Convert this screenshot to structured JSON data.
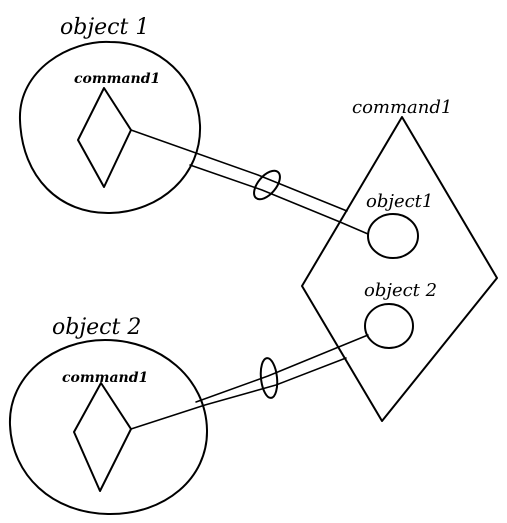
{
  "diagram": {
    "top_object": {
      "title": "object 1",
      "inner_command": "command1"
    },
    "bottom_object": {
      "title": "object 2",
      "inner_command": "command1"
    },
    "command_diamond": {
      "title": "command1",
      "inner_object_1": "object1",
      "inner_object_2": "object 2"
    }
  }
}
